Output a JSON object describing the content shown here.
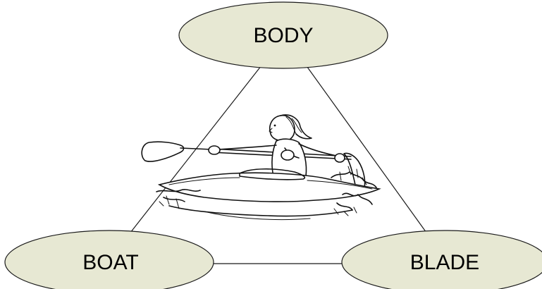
{
  "diagram": {
    "nodes": {
      "top": {
        "label": "BODY"
      },
      "left": {
        "label": "BOAT"
      },
      "right": {
        "label": "BLADE"
      }
    },
    "illustration": {
      "subject": "kayaker-paddling-icon"
    },
    "colors": {
      "node_fill": "#e7e8d3",
      "stroke": "#1a1a1a",
      "text": "#000000"
    }
  }
}
